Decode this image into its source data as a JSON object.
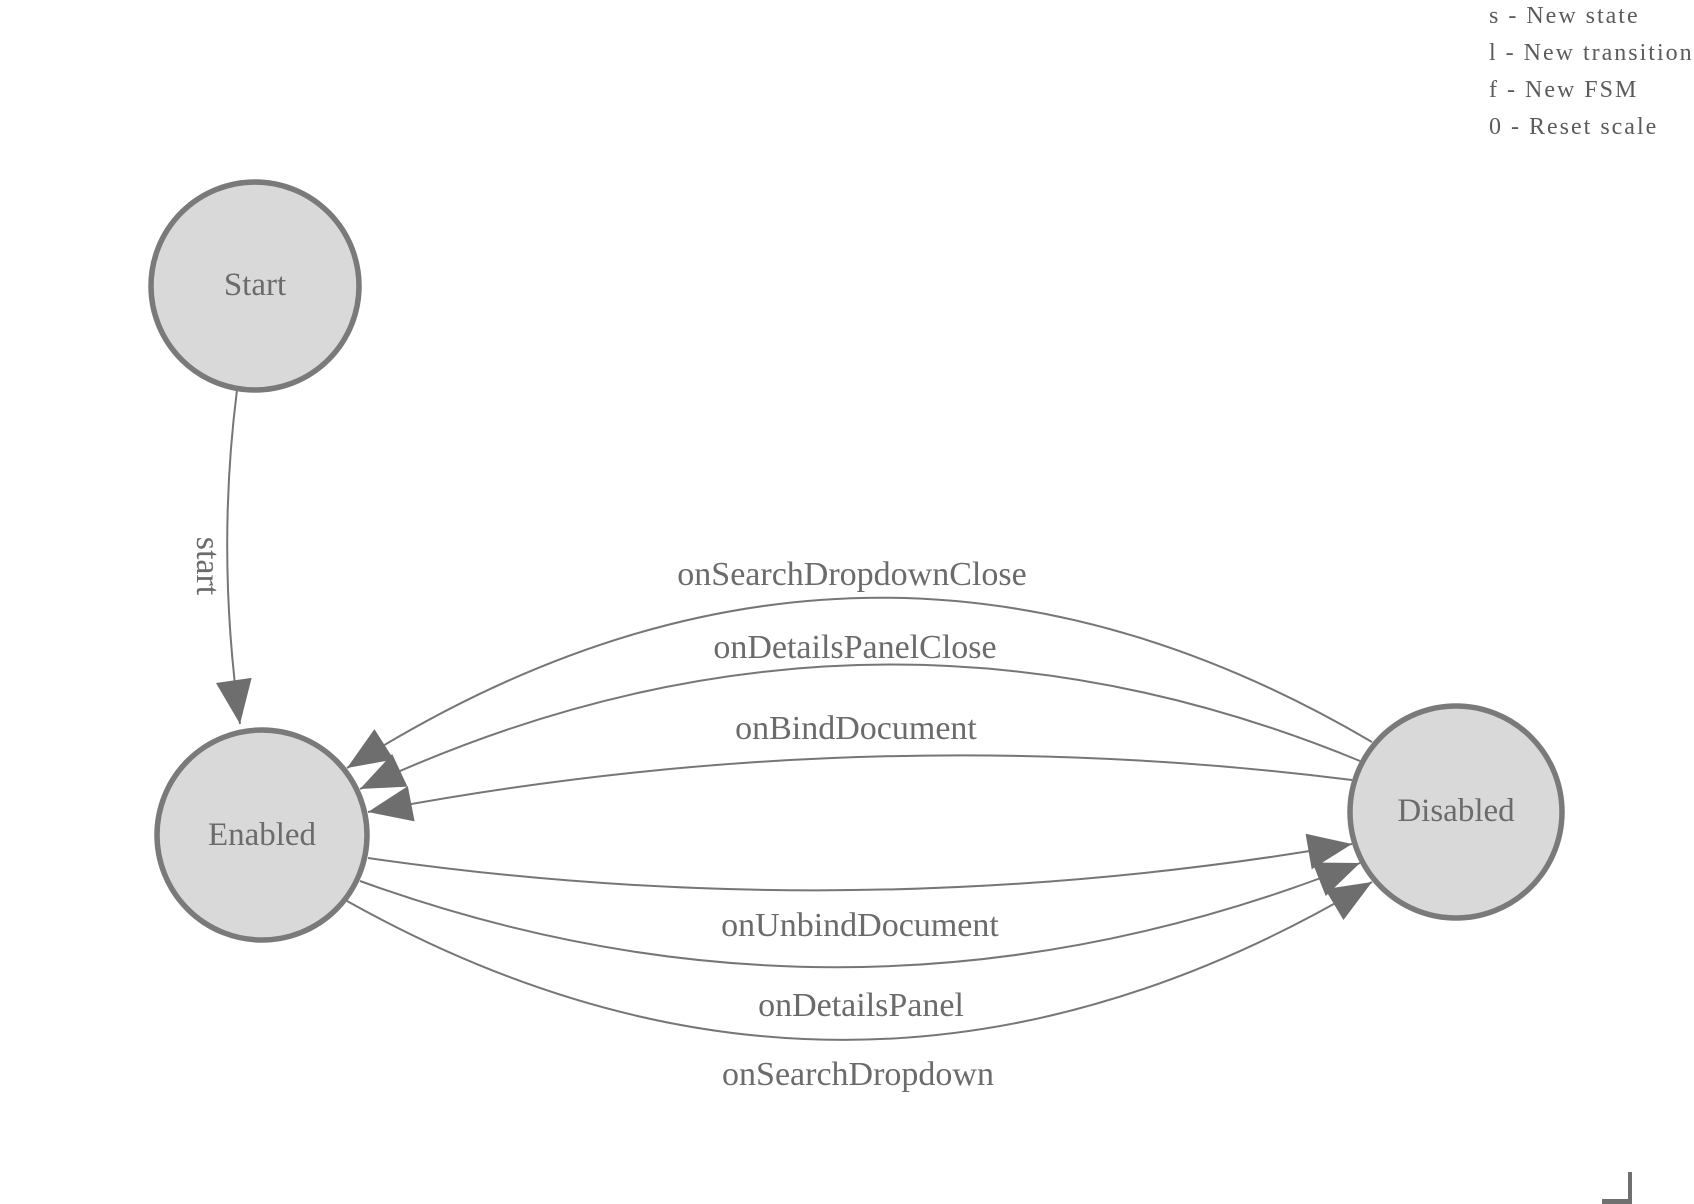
{
  "app": {
    "description": "FSM state diagram editor canvas"
  },
  "legend": {
    "items": [
      "s - New state",
      "l - New transition",
      "f - New FSM",
      "0 - Reset scale"
    ]
  },
  "states": [
    {
      "label": "Start"
    },
    {
      "label": "Enabled"
    },
    {
      "label": "Disabled"
    }
  ],
  "transitions": [
    {
      "label": "start",
      "from": "Start",
      "to": "Enabled"
    },
    {
      "label": "onSearchDropdownClose",
      "from": "Disabled",
      "to": "Enabled"
    },
    {
      "label": "onDetailsPanelClose",
      "from": "Disabled",
      "to": "Enabled"
    },
    {
      "label": "onBindDocument",
      "from": "Disabled",
      "to": "Enabled"
    },
    {
      "label": "onUnbindDocument",
      "from": "Enabled",
      "to": "Disabled"
    },
    {
      "label": "onDetailsPanel",
      "from": "Enabled",
      "to": "Disabled"
    },
    {
      "label": "onSearchDropdown",
      "from": "Enabled",
      "to": "Disabled"
    }
  ],
  "colors": {
    "state_fill": "#d9d9d9",
    "state_stroke": "#7a7a7a",
    "edge_stroke": "#767676",
    "arrowhead_fill": "#6e6e6e",
    "label_text": "#6b6b6b",
    "legend_text": "#5b5b5b",
    "background": "#ffffff"
  }
}
